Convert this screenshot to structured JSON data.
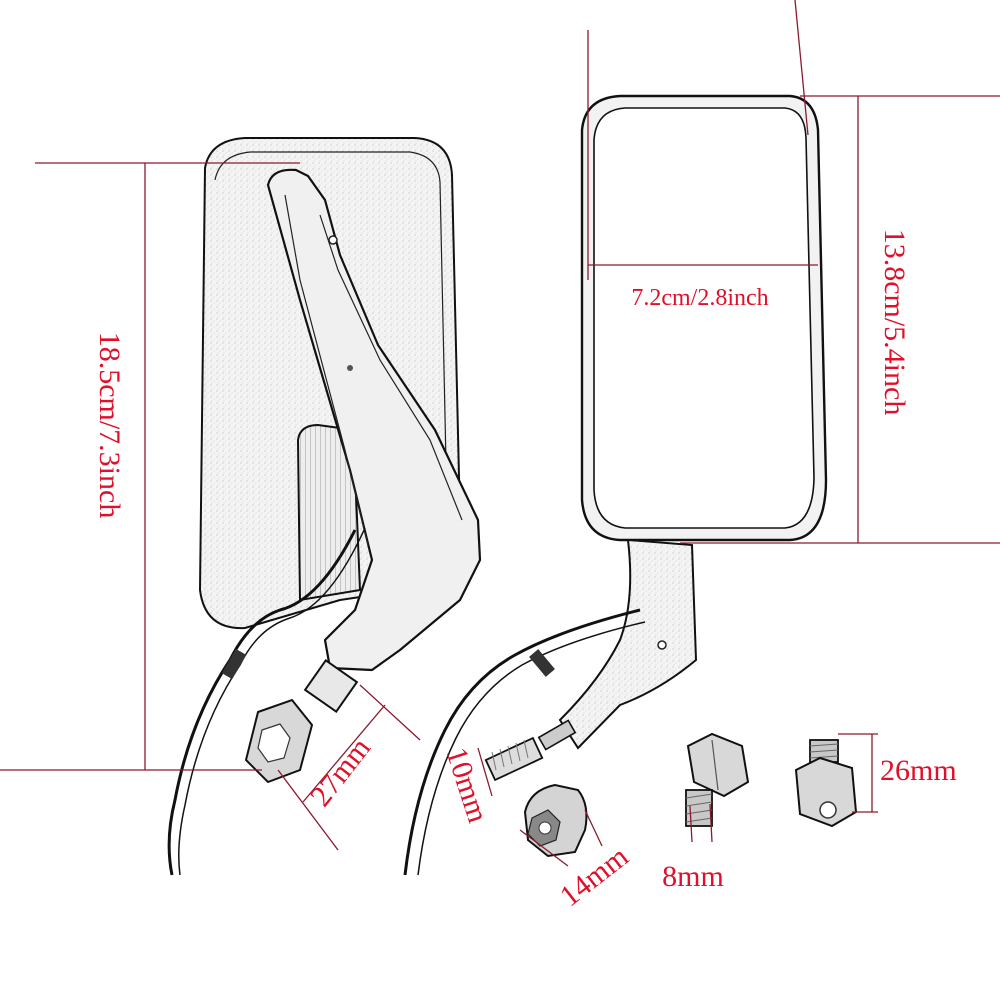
{
  "diagram": {
    "colors": {
      "dimension_text": "#e0102a",
      "dimension_line": "#8a1b2e",
      "outline": "#111111"
    },
    "labels": {
      "total_height": "18.5cm/7.3inch",
      "glass_height": "13.8cm/5.4inch",
      "glass_width": "7.2cm/2.8inch",
      "bolt_27": "27mm",
      "bolt_10": "10mm",
      "nut_14": "14mm",
      "bolt_8": "8mm",
      "adapter_26": "26mm"
    }
  }
}
